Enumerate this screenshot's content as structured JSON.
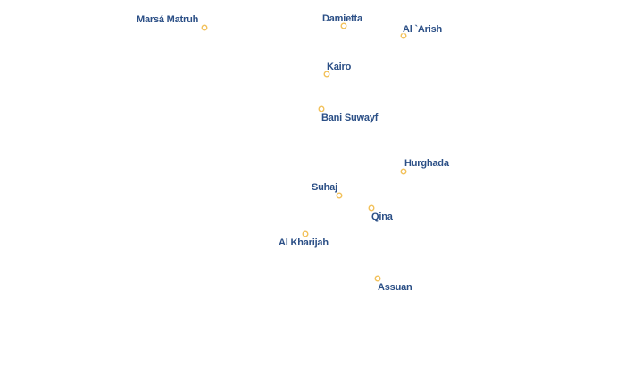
{
  "map": {
    "marker_color": "#f2c15a",
    "label_color": "#2b4f86",
    "cities": [
      {
        "name": "Marsá Matruh"
      },
      {
        "name": "Damietta"
      },
      {
        "name": "Al `Arish"
      },
      {
        "name": "Kairo"
      },
      {
        "name": "Bani Suwayf"
      },
      {
        "name": "Hurghada"
      },
      {
        "name": "Suhaj"
      },
      {
        "name": "Qina"
      },
      {
        "name": "Al Kharijah"
      },
      {
        "name": "Assuan"
      }
    ]
  }
}
